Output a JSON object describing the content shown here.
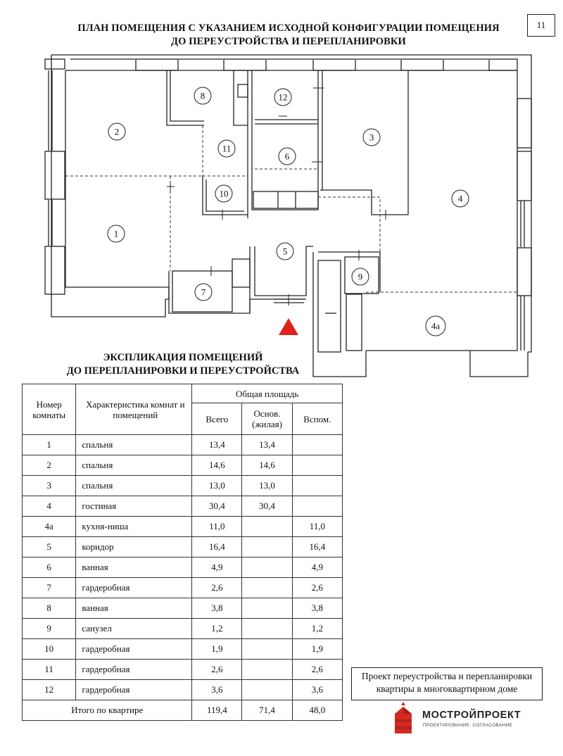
{
  "page_number": "11",
  "title": {
    "line1": "ПЛАН ПОМЕЩЕНИЯ С УКАЗАНИЕМ ИСХОДНОЙ КОНФИГУРАЦИИ ПОМЕЩЕНИЯ",
    "line2": "ДО ПЕРЕУСТРОЙСТВА И ПЕРЕПЛАНИРОВКИ"
  },
  "room_labels": {
    "r1": "1",
    "r2": "2",
    "r3": "3",
    "r4": "4",
    "r4a": "4а",
    "r5": "5",
    "r6": "6",
    "r7": "7",
    "r8": "8",
    "r9": "9",
    "r10": "10",
    "r11": "11",
    "r12": "12"
  },
  "explication": {
    "title_line1": "ЭКСПЛИКАЦИЯ ПОМЕЩЕНИЙ",
    "title_line2": "ДО ПЕРЕПЛАНИРОВКИ И ПЕРЕУСТРОЙСТВА",
    "headers": {
      "room_number": "Номер комнаты",
      "description": "Характеристика комнат и помещений",
      "area_group": "Общая площадь",
      "total": "Всего",
      "main": "Основ. (жилая)",
      "aux": "Вспом."
    },
    "rows": [
      {
        "num": "1",
        "name": "спальня",
        "total": "13,4",
        "main": "13,4",
        "aux": ""
      },
      {
        "num": "2",
        "name": "спальня",
        "total": "14,6",
        "main": "14,6",
        "aux": ""
      },
      {
        "num": "3",
        "name": "спальня",
        "total": "13,0",
        "main": "13,0",
        "aux": ""
      },
      {
        "num": "4",
        "name": "гостиная",
        "total": "30,4",
        "main": "30,4",
        "aux": ""
      },
      {
        "num": "4а",
        "name": "кухня-ниша",
        "total": "11,0",
        "main": "",
        "aux": "11,0"
      },
      {
        "num": "5",
        "name": "коридор",
        "total": "16,4",
        "main": "",
        "aux": "16,4"
      },
      {
        "num": "6",
        "name": "ванная",
        "total": "4,9",
        "main": "",
        "aux": "4,9"
      },
      {
        "num": "7",
        "name": "гардеробная",
        "total": "2,6",
        "main": "",
        "aux": "2,6"
      },
      {
        "num": "8",
        "name": "ванная",
        "total": "3,8",
        "main": "",
        "aux": "3,8"
      },
      {
        "num": "9",
        "name": "санузел",
        "total": "1,2",
        "main": "",
        "aux": "1,2"
      },
      {
        "num": "10",
        "name": "гардеробная",
        "total": "1,9",
        "main": "",
        "aux": "1,9"
      },
      {
        "num": "11",
        "name": "гардеробная",
        "total": "2,6",
        "main": "",
        "aux": "2,6"
      },
      {
        "num": "12",
        "name": "гардеробная",
        "total": "3,6",
        "main": "",
        "aux": "3,6"
      }
    ],
    "totals": {
      "label": "Итого по квартире",
      "total": "119,4",
      "main": "71,4",
      "aux": "48,0"
    }
  },
  "project_box": {
    "line1": "Проект переустройства и перепланировки",
    "line2": "квартиры в многоквартирном доме"
  },
  "logo": {
    "name": "МОСТРОЙПРОЕКТ",
    "tagline": "ПРОЕКТИРОВАНИЕ, СОГЛАСОВАНИЕ",
    "brand_color": "#d42a22"
  },
  "entrance_marker_color": "#e0201a"
}
